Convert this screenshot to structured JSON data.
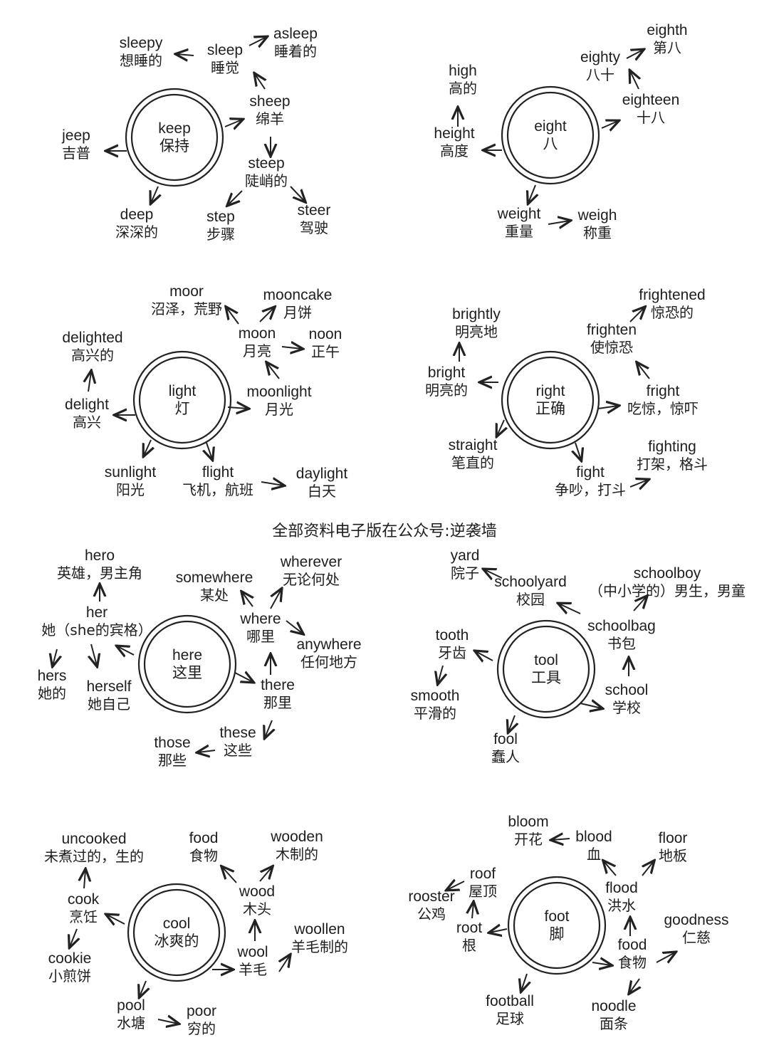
{
  "banner": "全部资料电子版在公众号:逆袭墙",
  "clusters": [
    {
      "center": {
        "en": "keep",
        "zh": "保持"
      },
      "nodes": [
        {
          "en": "sleepy",
          "zh": "想睡的"
        },
        {
          "en": "sleep",
          "zh": "睡觉"
        },
        {
          "en": "asleep",
          "zh": "睡着的"
        },
        {
          "en": "sheep",
          "zh": "绵羊"
        },
        {
          "en": "jeep",
          "zh": "吉普"
        },
        {
          "en": "steep",
          "zh": "陡峭的"
        },
        {
          "en": "deep",
          "zh": "深深的"
        },
        {
          "en": "step",
          "zh": "步骤"
        },
        {
          "en": "steer",
          "zh": "驾驶"
        }
      ]
    },
    {
      "center": {
        "en": "eight",
        "zh": "八"
      },
      "nodes": [
        {
          "en": "high",
          "zh": "高的"
        },
        {
          "en": "height",
          "zh": "高度"
        },
        {
          "en": "eighty",
          "zh": "八十"
        },
        {
          "en": "eighth",
          "zh": "第八"
        },
        {
          "en": "eighteen",
          "zh": "十八"
        },
        {
          "en": "weight",
          "zh": "重量"
        },
        {
          "en": "weigh",
          "zh": "称重"
        }
      ]
    },
    {
      "center": {
        "en": "light",
        "zh": "灯"
      },
      "nodes": [
        {
          "en": "moor",
          "zh": "沼泽，荒野"
        },
        {
          "en": "mooncake",
          "zh": "月饼"
        },
        {
          "en": "moon",
          "zh": "月亮"
        },
        {
          "en": "noon",
          "zh": "正午"
        },
        {
          "en": "delighted",
          "zh": "高兴的"
        },
        {
          "en": "moonlight",
          "zh": "月光"
        },
        {
          "en": "delight",
          "zh": "高兴"
        },
        {
          "en": "sunlight",
          "zh": "阳光"
        },
        {
          "en": "flight",
          "zh": "飞机，航班"
        },
        {
          "en": "daylight",
          "zh": "白天"
        }
      ]
    },
    {
      "center": {
        "en": "right",
        "zh": "正确"
      },
      "nodes": [
        {
          "en": "brightly",
          "zh": "明亮地"
        },
        {
          "en": "frightened",
          "zh": "惊恐的"
        },
        {
          "en": "frighten",
          "zh": "使惊恐"
        },
        {
          "en": "bright",
          "zh": "明亮的"
        },
        {
          "en": "fright",
          "zh": "吃惊，惊吓"
        },
        {
          "en": "straight",
          "zh": "笔直的"
        },
        {
          "en": "fighting",
          "zh": "打架，格斗"
        },
        {
          "en": "fight",
          "zh": "争吵，打斗"
        }
      ]
    },
    {
      "center": {
        "en": "here",
        "zh": "这里"
      },
      "nodes": [
        {
          "en": "hero",
          "zh": "英雄，男主角"
        },
        {
          "en": "somewhere",
          "zh": "某处"
        },
        {
          "en": "wherever",
          "zh": "无论何处"
        },
        {
          "en": "her",
          "zh": "她（she的宾格）"
        },
        {
          "en": "where",
          "zh": "哪里"
        },
        {
          "en": "anywhere",
          "zh": "任何地方"
        },
        {
          "en": "hers",
          "zh": "她的"
        },
        {
          "en": "herself",
          "zh": "她自己"
        },
        {
          "en": "there",
          "zh": "那里"
        },
        {
          "en": "those",
          "zh": "那些"
        },
        {
          "en": "these",
          "zh": "这些"
        }
      ]
    },
    {
      "center": {
        "en": "tool",
        "zh": "工具"
      },
      "nodes": [
        {
          "en": "yard",
          "zh": "院子"
        },
        {
          "en": "schoolyard",
          "zh": "校园"
        },
        {
          "en": "schoolboy",
          "zh": "（中小学的）男生，男童"
        },
        {
          "en": "tooth",
          "zh": "牙齿"
        },
        {
          "en": "schoolbag",
          "zh": "书包"
        },
        {
          "en": "smooth",
          "zh": "平滑的"
        },
        {
          "en": "school",
          "zh": "学校"
        },
        {
          "en": "fool",
          "zh": "蠢人"
        }
      ]
    },
    {
      "center": {
        "en": "cool",
        "zh": "冰爽的"
      },
      "nodes": [
        {
          "en": "uncooked",
          "zh": "未煮过的，生的"
        },
        {
          "en": "food",
          "zh": "食物"
        },
        {
          "en": "wooden",
          "zh": "木制的"
        },
        {
          "en": "cook",
          "zh": "烹饪"
        },
        {
          "en": "wood",
          "zh": "木头"
        },
        {
          "en": "woollen",
          "zh": "羊毛制的"
        },
        {
          "en": "wool",
          "zh": "羊毛"
        },
        {
          "en": "cookie",
          "zh": "小煎饼"
        },
        {
          "en": "pool",
          "zh": "水塘"
        },
        {
          "en": "poor",
          "zh": "穷的"
        }
      ]
    },
    {
      "center": {
        "en": "foot",
        "zh": "脚"
      },
      "nodes": [
        {
          "en": "bloom",
          "zh": "开花"
        },
        {
          "en": "blood",
          "zh": "血"
        },
        {
          "en": "floor",
          "zh": "地板"
        },
        {
          "en": "roof",
          "zh": "屋顶"
        },
        {
          "en": "rooster",
          "zh": "公鸡"
        },
        {
          "en": "flood",
          "zh": "洪水"
        },
        {
          "en": "root",
          "zh": "根"
        },
        {
          "en": "goodness",
          "zh": "仁慈"
        },
        {
          "en": "food",
          "zh": "食物"
        },
        {
          "en": "football",
          "zh": "足球"
        },
        {
          "en": "noodle",
          "zh": "面条"
        }
      ]
    }
  ]
}
